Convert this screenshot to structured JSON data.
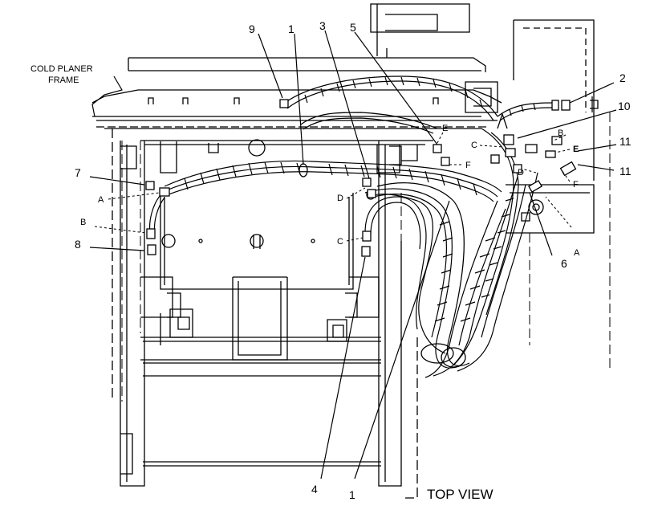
{
  "frame_label": {
    "line1": "COLD PLANER",
    "line2": "FRAME"
  },
  "view_title": "TOP VIEW",
  "callouts": {
    "c9": "9",
    "c1_top": "1",
    "c3": "3",
    "c5": "5",
    "c2": "2",
    "c10": "10",
    "c11_a": "11",
    "c11_b": "11",
    "c7": "7",
    "c8": "8",
    "c6": "6",
    "c4": "4",
    "c1_bottom": "1"
  },
  "letters": {
    "a_left": "A",
    "b_left": "B",
    "d_mid": "D",
    "c_mid": "C",
    "e_top": "E",
    "f_top": "F",
    "c_right": "C",
    "b_right": "B",
    "d_right": "D",
    "e_right": "E",
    "f_right": "F",
    "a_right": "A"
  }
}
